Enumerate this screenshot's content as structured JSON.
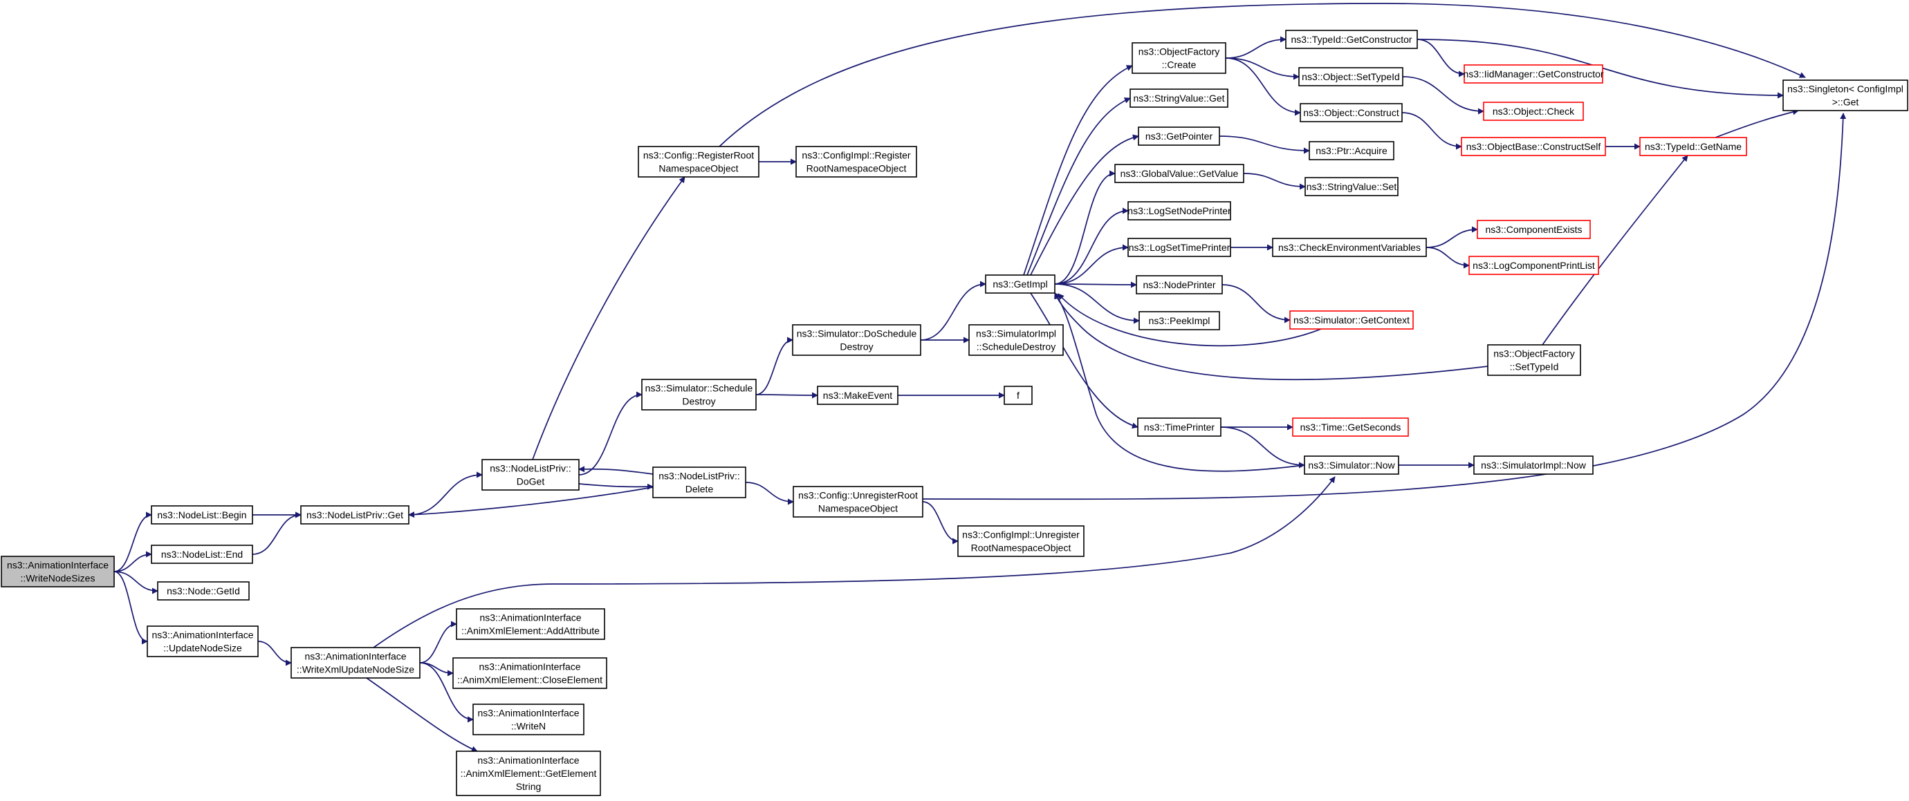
{
  "diagram": {
    "type": "call-graph",
    "edge_color": "#191970",
    "truncated_node_border_color": "#ff0000",
    "root_node_fill": "#bfbfbf",
    "nodes": [
      {
        "id": "root",
        "label": [
          "ns3::AnimationInterface",
          "::WriteNodeSizes"
        ],
        "style": "root"
      },
      {
        "id": "nl_begin",
        "label": [
          "ns3::NodeList::Begin"
        ]
      },
      {
        "id": "nl_end",
        "label": [
          "ns3::NodeList::End"
        ]
      },
      {
        "id": "node_getid",
        "label": [
          "ns3::Node::GetId"
        ]
      },
      {
        "id": "ai_updatenodesize",
        "label": [
          "ns3::AnimationInterface",
          "::UpdateNodeSize"
        ]
      },
      {
        "id": "nlp_get",
        "label": [
          "ns3::NodeListPriv::Get"
        ]
      },
      {
        "id": "ai_writexmlupdatenodesize",
        "label": [
          "ns3::AnimationInterface",
          "::WriteXmlUpdateNodeSize"
        ]
      },
      {
        "id": "nlp_doget",
        "label": [
          "ns3::NodeListPriv::",
          "DoGet"
        ]
      },
      {
        "id": "axe_addattribute",
        "label": [
          "ns3::AnimationInterface",
          "::AnimXmlElement::AddAttribute"
        ]
      },
      {
        "id": "axe_closeelement",
        "label": [
          "ns3::AnimationInterface",
          "::AnimXmlElement::CloseElement"
        ]
      },
      {
        "id": "ai_writen",
        "label": [
          "ns3::AnimationInterface",
          "::WriteN"
        ]
      },
      {
        "id": "axe_getelementstring",
        "label": [
          "ns3::AnimationInterface",
          "::AnimXmlElement::GetElement",
          "String"
        ]
      },
      {
        "id": "cfg_registerroot",
        "label": [
          "ns3::Config::RegisterRoot",
          "NamespaceObject"
        ]
      },
      {
        "id": "sim_scheduledestroy",
        "label": [
          "ns3::Simulator::Schedule",
          "Destroy"
        ]
      },
      {
        "id": "nlp_delete",
        "label": [
          "ns3::NodeListPriv::",
          "Delete"
        ]
      },
      {
        "id": "cfgimpl_registerroot",
        "label": [
          "ns3::ConfigImpl::Register",
          "RootNamespaceObject"
        ]
      },
      {
        "id": "sim_doscheduledestroy",
        "label": [
          "ns3::Simulator::DoSchedule",
          "Destroy"
        ]
      },
      {
        "id": "makeevent",
        "label": [
          "ns3::MakeEvent"
        ]
      },
      {
        "id": "cfg_unregisterroot",
        "label": [
          "ns3::Config::UnregisterRoot",
          "NamespaceObject"
        ]
      },
      {
        "id": "simimpl_scheduledestroy",
        "label": [
          "ns3::SimulatorImpl",
          "::ScheduleDestroy"
        ]
      },
      {
        "id": "f",
        "label": [
          "f"
        ]
      },
      {
        "id": "cfgimpl_unregisterroot",
        "label": [
          "ns3::ConfigImpl::Unregister",
          "RootNamespaceObject"
        ]
      },
      {
        "id": "getimpl",
        "label": [
          "ns3::GetImpl"
        ]
      },
      {
        "id": "of_create",
        "label": [
          "ns3::ObjectFactory",
          "::Create"
        ]
      },
      {
        "id": "stringvalue_get",
        "label": [
          "ns3::StringValue::Get"
        ]
      },
      {
        "id": "getpointer",
        "label": [
          "ns3::GetPointer"
        ]
      },
      {
        "id": "gv_getvalue",
        "label": [
          "ns3::GlobalValue::GetValue"
        ]
      },
      {
        "id": "logsetnodeprinter",
        "label": [
          "ns3::LogSetNodePrinter"
        ]
      },
      {
        "id": "logsettimeprinter",
        "label": [
          "ns3::LogSetTimePrinter"
        ]
      },
      {
        "id": "nodeprinter",
        "label": [
          "ns3::NodePrinter"
        ]
      },
      {
        "id": "peekimpl",
        "label": [
          "ns3::PeekImpl"
        ]
      },
      {
        "id": "timeprinter",
        "label": [
          "ns3::TimePrinter"
        ]
      },
      {
        "id": "typeid_getconstructor",
        "label": [
          "ns3::TypeId::GetConstructor"
        ]
      },
      {
        "id": "object_settypeid",
        "label": [
          "ns3::Object::SetTypeId"
        ]
      },
      {
        "id": "object_construct",
        "label": [
          "ns3::Object::Construct"
        ]
      },
      {
        "id": "ptr_acquire",
        "label": [
          "ns3::Ptr::Acquire"
        ]
      },
      {
        "id": "stringvalue_set",
        "label": [
          "ns3::StringValue::Set"
        ]
      },
      {
        "id": "checkenvvars",
        "label": [
          "ns3::CheckEnvironmentVariables"
        ]
      },
      {
        "id": "sim_getcontext",
        "label": [
          "ns3::Simulator::GetContext"
        ],
        "style": "red"
      },
      {
        "id": "of_settypeid",
        "label": [
          "ns3::ObjectFactory",
          "::SetTypeId"
        ]
      },
      {
        "id": "time_getseconds",
        "label": [
          "ns3::Time::GetSeconds"
        ],
        "style": "red"
      },
      {
        "id": "sim_now",
        "label": [
          "ns3::Simulator::Now"
        ]
      },
      {
        "id": "iidmanager_getconstructor",
        "label": [
          "ns3::IidManager::GetConstructor"
        ],
        "style": "red"
      },
      {
        "id": "object_check",
        "label": [
          "ns3::Object::Check"
        ],
        "style": "red"
      },
      {
        "id": "objectbase_constructself",
        "label": [
          "ns3::ObjectBase::ConstructSelf"
        ],
        "style": "red"
      },
      {
        "id": "componentexists",
        "label": [
          "ns3::ComponentExists"
        ],
        "style": "red"
      },
      {
        "id": "logcomponentprintlist",
        "label": [
          "ns3::LogComponentPrintList"
        ],
        "style": "red"
      },
      {
        "id": "simimpl_now",
        "label": [
          "ns3::SimulatorImpl::Now"
        ]
      },
      {
        "id": "typeid_getname",
        "label": [
          "ns3::TypeId::GetName"
        ],
        "style": "red"
      },
      {
        "id": "singleton_get",
        "label": [
          "ns3::Singleton< ConfigImpl",
          " >::Get"
        ]
      }
    ]
  }
}
